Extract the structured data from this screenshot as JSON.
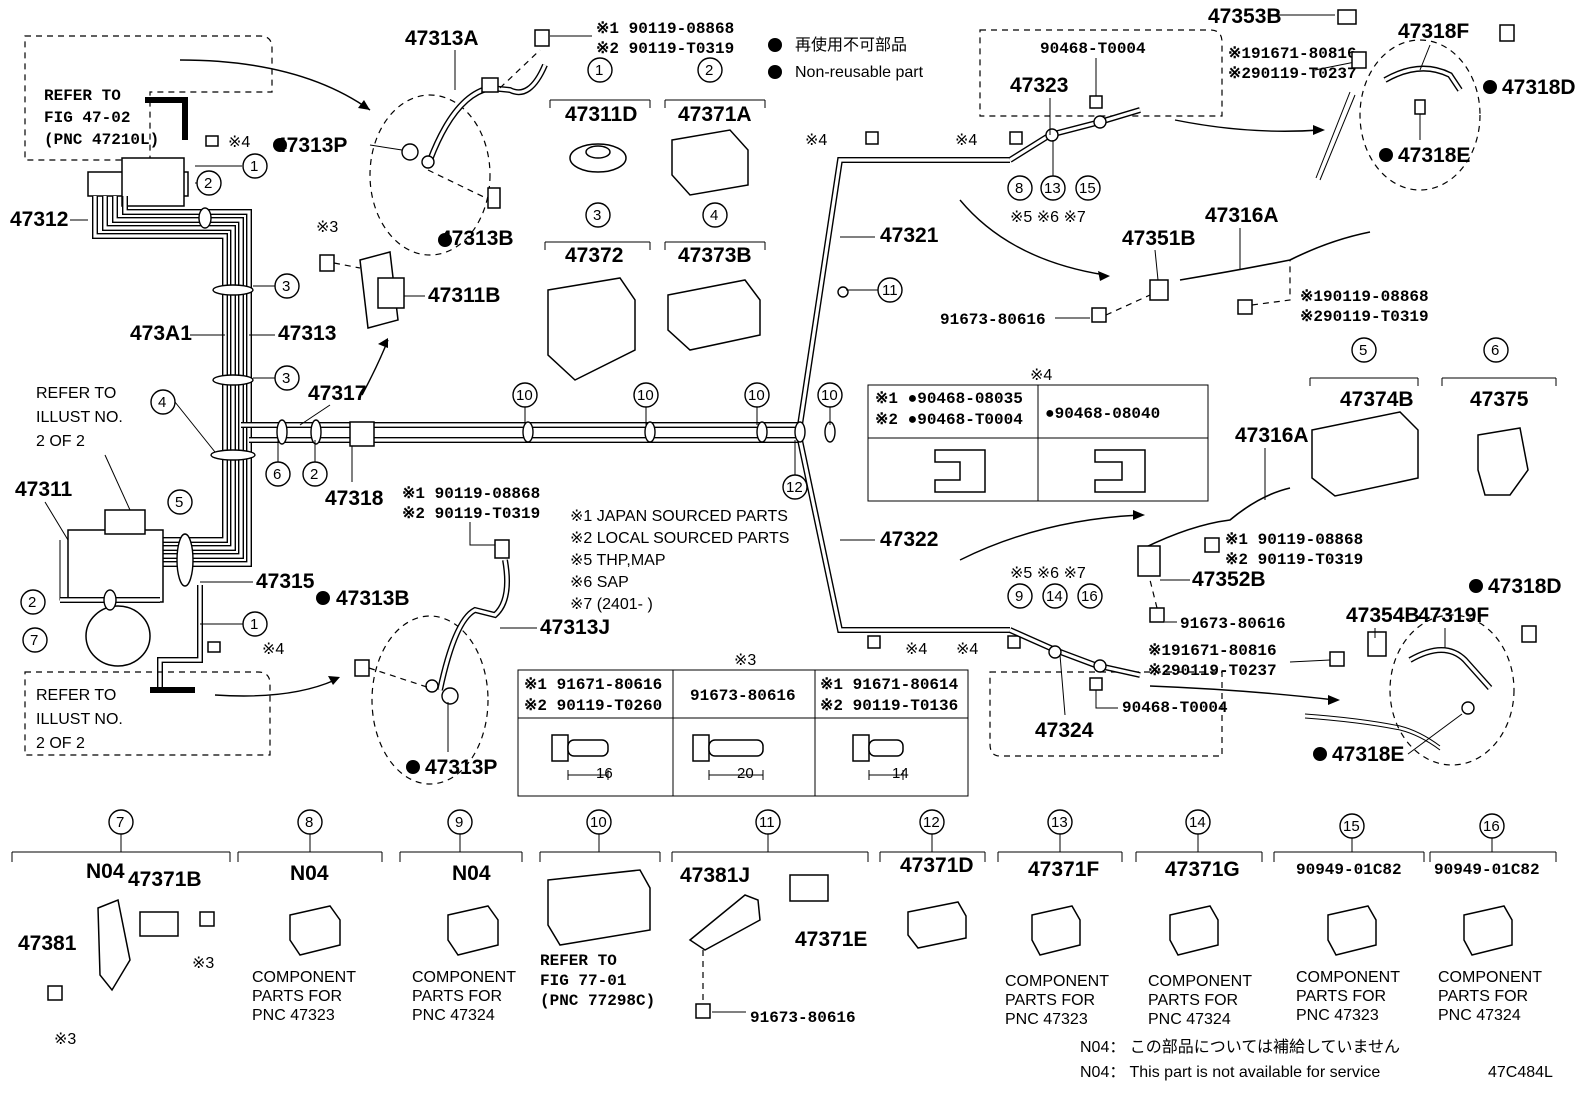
{
  "diagram_code": "47C484L",
  "legend": {
    "jp": "再使用不可部品",
    "en": "Non-reusable part"
  },
  "notes": {
    "n1": "※1 JAPAN SOURCED PARTS",
    "n2": "※2 LOCAL SOURCED PARTS",
    "n5": "※5 THP,MAP",
    "n6": "※6 SAP",
    "n7": "※7 (2401-  )"
  },
  "refer": {
    "fig4702_l1": "REFER TO",
    "fig4702_l2": "FIG 47-02",
    "fig4702_l3": "(PNC 47210L)",
    "illust_top_1": "REFER TO",
    "illust_top_2": "ILLUST NO.",
    "illust_top_3": "2 OF 2",
    "illust_bot_1": "REFER TO",
    "illust_bot_2": "ILLUST NO.",
    "illust_bot_3": "2 OF 2",
    "fig7701_l1": "REFER TO",
    "fig7701_l2": "FIG 77-01",
    "fig7701_l3": "(PNC 77298C)"
  },
  "parts": {
    "p47313A": "47313A",
    "p47313P_top": "47313P",
    "p47313B_top": "47313B",
    "p47312": "47312",
    "p47311B": "47311B",
    "p473A1": "473A1",
    "p47313": "47313",
    "p47317": "47317",
    "p47318": "47318",
    "p47311": "47311",
    "p47315": "47315",
    "p47313B_bot": "47313B",
    "p47313J": "47313J",
    "p47313P_bot": "47313P",
    "p47311D": "47311D",
    "p47371A": "47371A",
    "p47372": "47372",
    "p47373B": "47373B",
    "p47321": "47321",
    "p47322": "47322",
    "p47323": "47323",
    "p47324": "47324",
    "p47353B": "47353B",
    "p47318F": "47318F",
    "p47318D_top": "47318D",
    "p47318E_top": "47318E",
    "p47351B": "47351B",
    "p47316A_top": "47316A",
    "p47374B": "47374B",
    "p47375": "47375",
    "p47316A_mid": "47316A",
    "p47352B": "47352B",
    "p47354B": "47354B",
    "p47319F": "47319F",
    "p47318D_bot": "47318D",
    "p47318E_bot": "47318E",
    "p90468_T0004_top": "90468-T0004",
    "p90468_T0004_bot": "90468-T0004",
    "p91673_80616_a": "91673-80616",
    "p91673_80616_b": "91673-80616",
    "p91673_80616_c": "91673-80616"
  },
  "bolt_refs": {
    "b_top_1": "※1 90119-08868",
    "b_top_2": "※2 90119-T0319",
    "b_mid_1": "※1 90119-08868",
    "b_mid_2": "※2 90119-T0319",
    "b_r1_1": "※191671-80816",
    "b_r1_2": "※290119-T0237",
    "b_r2_1": "※190119-08868",
    "b_r2_2": "※290119-T0319",
    "b_r3_1": "※1 90119-08868",
    "b_r3_2": "※2 90119-T0319",
    "b_r4_1": "※191671-80816",
    "b_r4_2": "※290119-T0237",
    "star4": "※4",
    "star3": "※3",
    "variant_top": "※5 ※6 ※7",
    "variant_bot": "※5 ※6 ※7"
  },
  "clip_table": {
    "header": "※4",
    "col1_1": "※1 ●90468-08035",
    "col1_2": "※2 ●90468-T0004",
    "col2": "●90468-08040"
  },
  "bolt_table": {
    "header": "※3",
    "c1_1": "※1 91671-80616",
    "c1_2": "※2 90119-T0260",
    "c2": "91673-80616",
    "c3_1": "※1 91671-80614",
    "c3_2": "※2 90119-T0136",
    "len1": "16",
    "len2": "20",
    "len3": "14"
  },
  "bottom_row": [
    {
      "num": "7",
      "code": "N04",
      "extra": "47371B",
      "sub": "47381",
      "label1": "",
      "label2": "",
      "label3": ""
    },
    {
      "num": "8",
      "code": "N04",
      "label1": "COMPONENT",
      "label2": "PARTS FOR",
      "label3": "PNC 47323"
    },
    {
      "num": "9",
      "code": "N04",
      "label1": "COMPONENT",
      "label2": "PARTS FOR",
      "label3": "PNC 47324"
    },
    {
      "num": "10",
      "code": "",
      "label1": "REFER TO",
      "label2": "FIG 77-01",
      "label3": "(PNC 77298C)"
    },
    {
      "num": "11",
      "code": "47381J",
      "extra": "47371E",
      "bolt": "91673-80616"
    },
    {
      "num": "12",
      "code": "47371D"
    },
    {
      "num": "13",
      "code": "47371F",
      "label1": "COMPONENT",
      "label2": "PARTS FOR",
      "label3": "PNC 47323"
    },
    {
      "num": "14",
      "code": "47371G",
      "label1": "COMPONENT",
      "label2": "PARTS FOR",
      "label3": "PNC 47324"
    },
    {
      "num": "15",
      "code": "90949-01C82",
      "label1": "COMPONENT",
      "label2": "PARTS FOR",
      "label3": "PNC 47323"
    },
    {
      "num": "16",
      "code": "90949-01C82",
      "label1": "COMPONENT",
      "label2": "PARTS FOR",
      "label3": "PNC 47324"
    }
  ],
  "footer": {
    "n04_jp": "N04： この部品については補給していません",
    "n04_en": "N04： This part is not available for service"
  }
}
